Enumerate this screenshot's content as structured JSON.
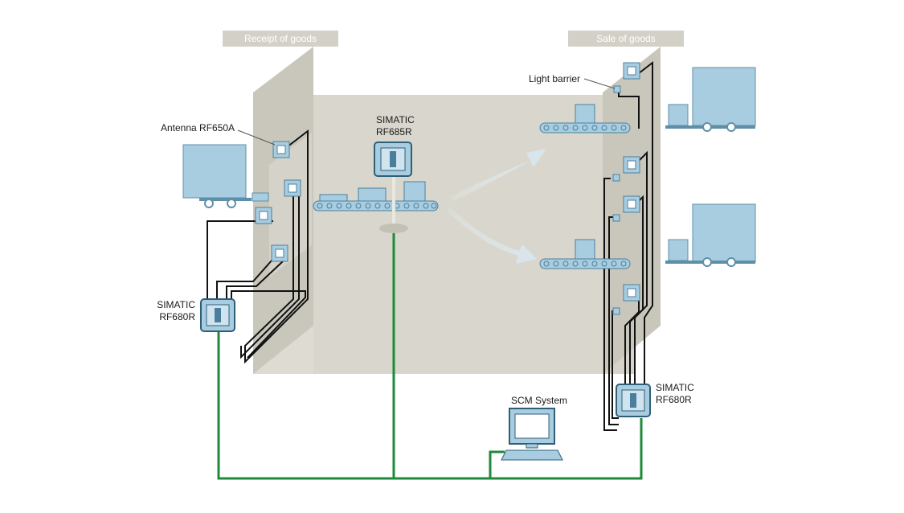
{
  "headers": {
    "receipt": "Receipt of goods",
    "sale": "Sale of goods"
  },
  "labels": {
    "antenna": "Antenna RF650A",
    "rf685r_line1": "SIMATIC",
    "rf685r_line2": "RF685R",
    "rf680r_left_line1": "SIMATIC",
    "rf680r_left_line2": "RF680R",
    "rf680r_right_line1": "SIMATIC",
    "rf680r_right_line2": "RF680R",
    "light_barrier": "Light barrier",
    "scm": "SCM System"
  },
  "colors": {
    "wall": "#cfcdc2",
    "floor": "#d9d7cd",
    "device": "#a9cde0",
    "device_dark": "#4a7f9c",
    "network": "#1f8a3a",
    "cable": "#111111",
    "header_bg": "#d3d1c7"
  }
}
